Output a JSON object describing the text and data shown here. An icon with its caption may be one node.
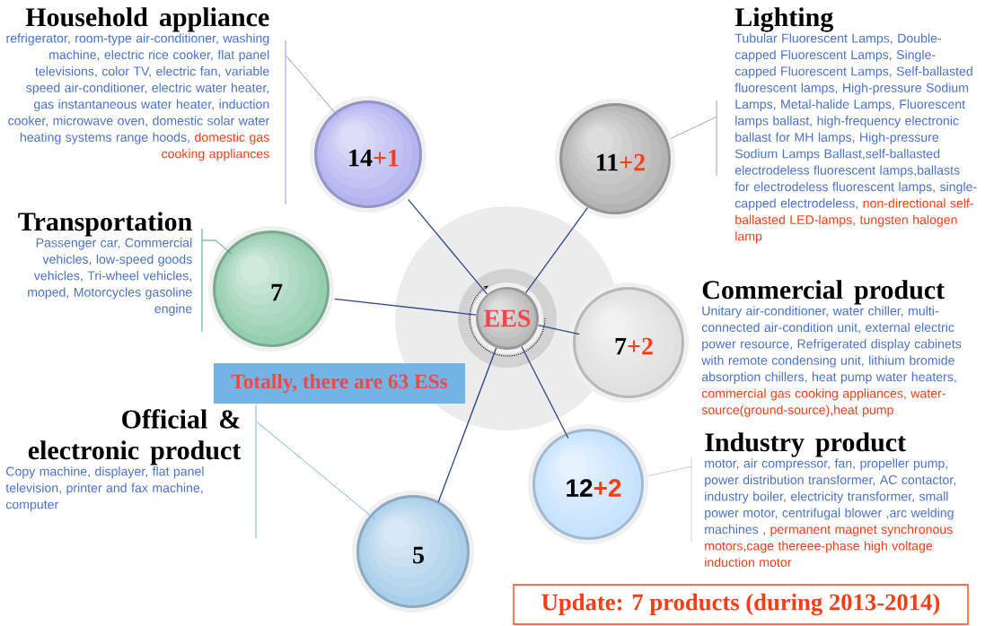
{
  "diagram": {
    "nodes": [
      {
        "text": [
          "Household appliance",
          "refrigerator, room-type air-conditioner, washing machine, electric rice cooker, flat panel televisions, color TV, electric fan, variable speed air-conditioner, electric water heater, gas instantaneous water heater, induction cooker, microwave oven, domestic solar water heating systems range hoods,",
          "domestic gas cooking appliances"
        ]
      },
      {
        "text": [
          "14",
          "+1"
        ]
      },
      {
        "text": [
          "Lighting",
          "Tubular Fluorescent Lamps, Double-capped Fluorescent Lamps, Single-capped Fluorescent Lamps, Self-ballasted fluorescent lamps, High-pressure Sodium Lamps, Metal-halide Lamps, Fluorescent lamps ballast, high-frequency electronic ballast for MH lamps, High-pressure Sodium Lamps Ballast,self-ballasted electrodeless fluorescent lamps,ballasts for electrodeless fluorescent lamps, single-capped electrodeless,",
          "non-directional self-ballasted LED-lamps, tungsten halogen lamp"
        ]
      },
      {
        "text": [
          "11",
          "+2"
        ]
      },
      {
        "text": [
          "Transportation",
          "Passenger car, Commercial vehicles, low-speed goods vehicles, Tri-wheel vehicles, moped, Motorcycles gasoline engine"
        ]
      },
      {
        "text": [
          "7"
        ]
      },
      {
        "text": [
          "EES"
        ]
      },
      {
        "text": [
          "Commercial product",
          "Unitary air-conditioner, water chiller, multi-connected air-condition unit, external electric power resource, Refrigerated display cabinets with remote condensing unit, lithium bromide absorption chillers, heat pump water heaters,",
          "commercial gas cooking appliances, water-source(ground-source),heat pump"
        ]
      },
      {
        "text": [
          "7",
          "+2"
        ]
      },
      {
        "text": [
          "Totally, there are 63 ESs"
        ]
      },
      {
        "text": [
          "Official & electronic product",
          "Copy machine, displayer, flat panel television, printer and fax machine, computer"
        ]
      },
      {
        "text": [
          "Industry product",
          "motor, air compressor, fan, propeller pump, power distribution transformer, AC contactor, industry boiler, electricity transformer, small power motor, centrifugal blower ,arc welding machines ,",
          "permanent magnet synchronous motors,cage thereee-phase high voltage induction motor"
        ]
      },
      {
        "text": [
          "12",
          "+2"
        ]
      },
      {
        "text": [
          "5"
        ]
      },
      {
        "text": [
          "Update: 7 products (during 2013-2014)"
        ]
      }
    ],
    "edges": [
      {
        "from": 1,
        "to": 6,
        "arrow": "none"
      },
      {
        "from": 3,
        "to": 6,
        "arrow": "none"
      },
      {
        "from": 5,
        "to": 6,
        "arrow": "none"
      },
      {
        "from": 8,
        "to": 6,
        "arrow": "none"
      },
      {
        "from": 12,
        "to": 6,
        "arrow": "none"
      },
      {
        "from": 13,
        "to": 6,
        "arrow": "none"
      },
      {
        "from": 0,
        "to": 1,
        "arrow": "none",
        "color": "#8c8ce6"
      },
      {
        "from": 2,
        "to": 3,
        "arrow": "none",
        "color": "#a0a0a0"
      },
      {
        "from": 4,
        "to": 5,
        "arrow": "none",
        "color": "#3c9c78"
      },
      {
        "from": 10,
        "to": 13,
        "arrow": "none",
        "color": "#70b0e0"
      },
      {
        "from": 11,
        "to": 12,
        "arrow": "none",
        "color": "#c8c8c8"
      }
    ]
  }
}
